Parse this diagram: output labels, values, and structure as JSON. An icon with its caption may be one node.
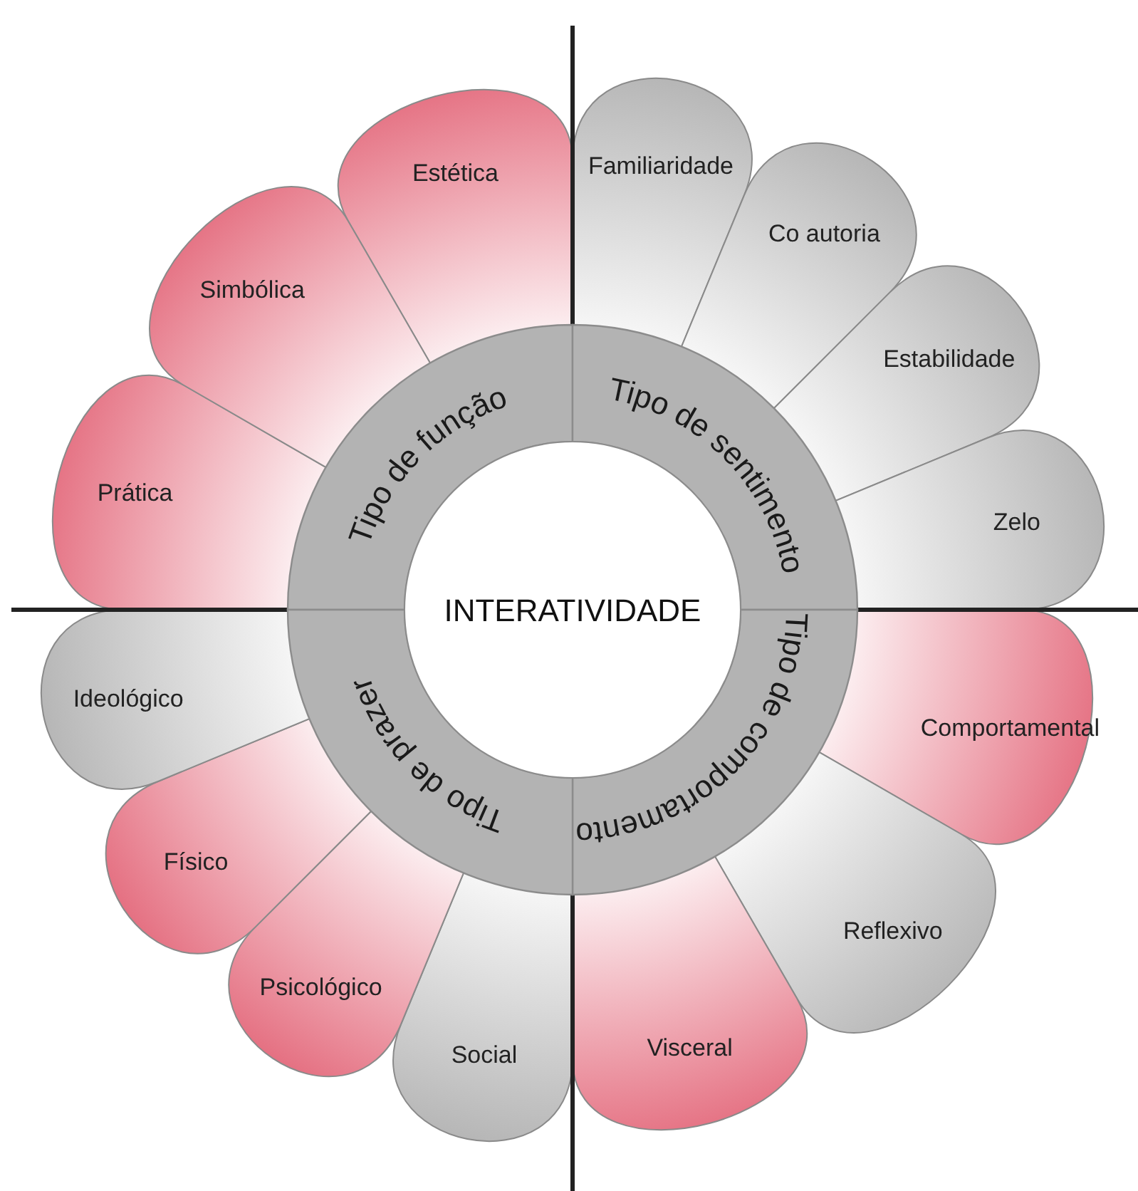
{
  "diagram": {
    "nodes": [
      {
        "text": [
          "INTERATIVIDADE"
        ]
      },
      {
        "text": [
          "Tipo de função"
        ]
      },
      {
        "text": [
          "Tipo de sentimento"
        ]
      },
      {
        "text": [
          "Tipo de comportamento"
        ]
      },
      {
        "text": [
          "Tipo de prazer"
        ]
      },
      {
        "text": [
          "Estética"
        ]
      },
      {
        "text": [
          "Familiaridade"
        ]
      },
      {
        "text": [
          "Co autoria"
        ]
      },
      {
        "text": [
          "Estabilidade"
        ]
      },
      {
        "text": [
          "Zelo"
        ]
      },
      {
        "text": [
          "Comportamental"
        ]
      },
      {
        "text": [
          "Reflexivo"
        ]
      },
      {
        "text": [
          "Visceral"
        ]
      },
      {
        "text": [
          "Social"
        ]
      },
      {
        "text": [
          "Psicológico"
        ]
      },
      {
        "text": [
          "Físico"
        ]
      },
      {
        "text": [
          "Ideológico"
        ]
      },
      {
        "text": [
          "Prática"
        ]
      },
      {
        "text": [
          "Simbólica"
        ]
      }
    ]
  }
}
